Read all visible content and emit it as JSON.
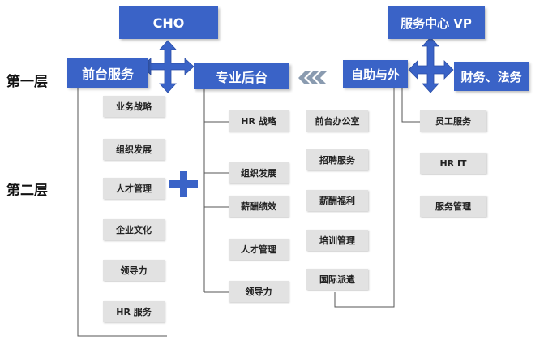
{
  "layers": {
    "first": "第一层",
    "second": "第二层"
  },
  "top": {
    "cho": "CHO",
    "service_center_vp": "服务中心  VP",
    "front_service": "前台服务",
    "pro_backend": "专业后台",
    "self_service": "自助与外",
    "finance_legal": "财务、法务"
  },
  "front_items": [
    "业务战略",
    "组织发展",
    "人才管理",
    "企业文化",
    "领导力",
    "HR 服务"
  ],
  "pro_items": [
    "HR 战略",
    "组织发展",
    "薪酬绩效",
    "人才管理",
    "领导力"
  ],
  "outsource_items": [
    "前台办公室",
    "招聘服务",
    "薪酬福利",
    "培训管理",
    "国际派遣"
  ],
  "center_items": [
    "员工服务",
    "HR IT",
    "服务管理"
  ],
  "colors": {
    "primary_blue": "#3a63c7",
    "item_gray": "#e2e2e2",
    "chevron_gray": "#8a9bb0"
  }
}
